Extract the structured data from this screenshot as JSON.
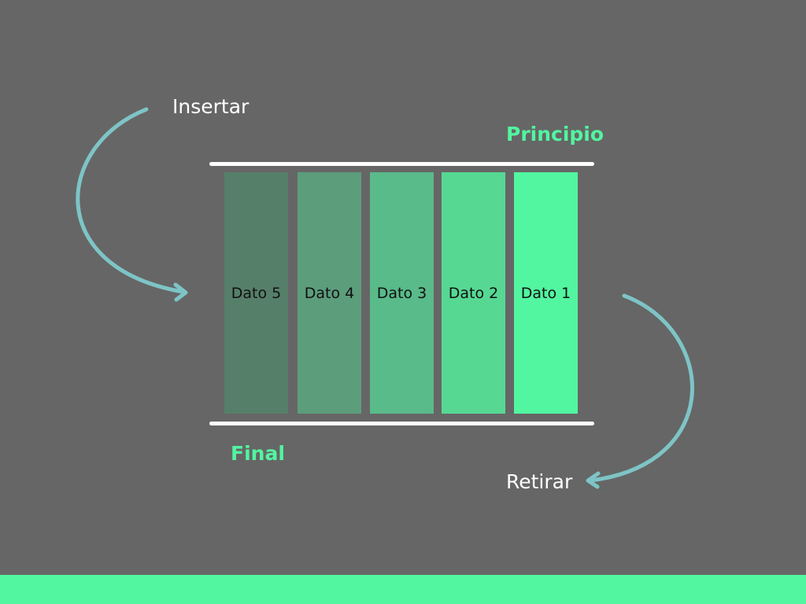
{
  "diagram": {
    "labels": {
      "insert": "Insertar",
      "remove": "Retirar",
      "front": "Principio",
      "rear": "Final"
    },
    "slots": [
      {
        "text": "Dato 5",
        "color": "#567f6a"
      },
      {
        "text": "Dato 4",
        "color": "#5c9d7c"
      },
      {
        "text": "Dato 3",
        "color": "#59ba8a"
      },
      {
        "text": "Dato 2",
        "color": "#56d893"
      },
      {
        "text": "Dato 1",
        "color": "#52f5a0"
      }
    ]
  },
  "colors": {
    "background": "#666666",
    "accent": "#52f5a0",
    "arrow": "#7ec4c6",
    "rail": "#ffffff"
  }
}
